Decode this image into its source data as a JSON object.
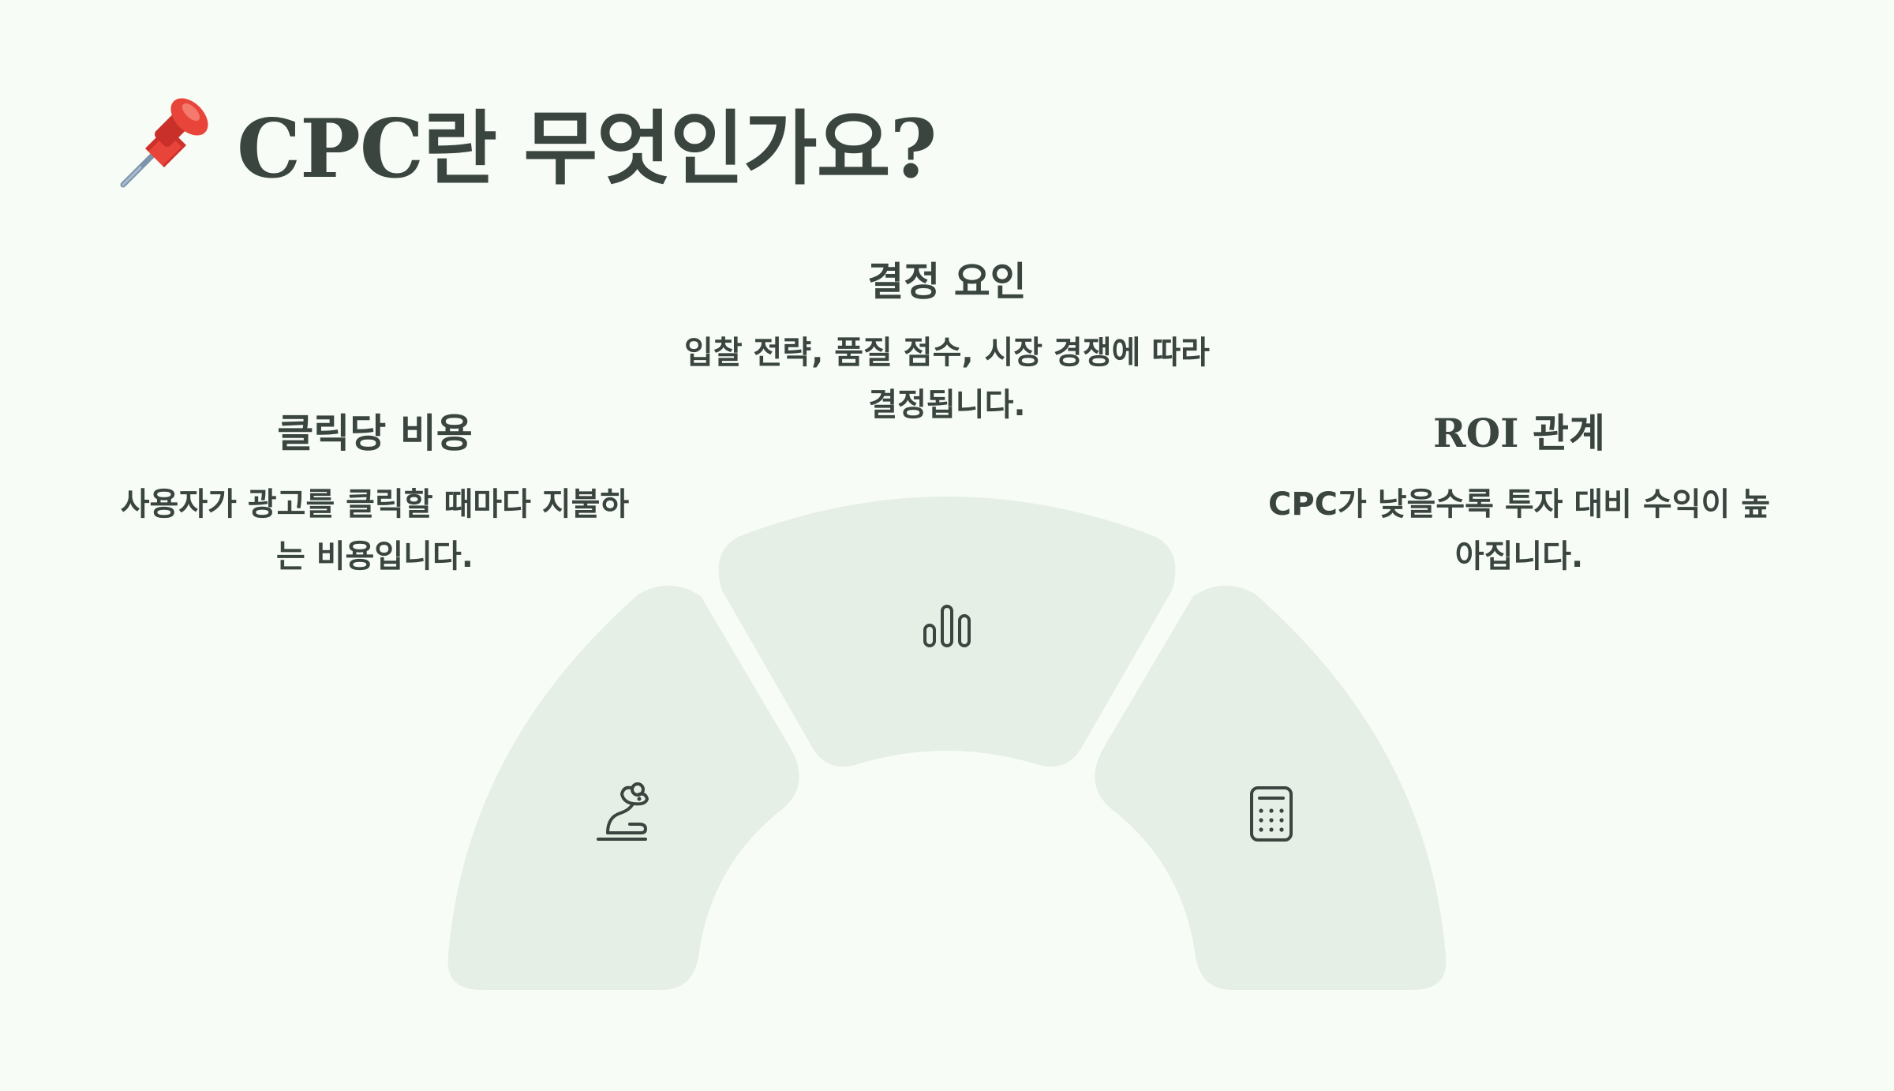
{
  "title": {
    "icon": "pushpin-icon",
    "text": "CPC란 무엇인가요?"
  },
  "colors": {
    "background": "#f8fcf7",
    "segment": "#e6efe5",
    "text": "#3a4540",
    "pin": "#e8443a"
  },
  "items": [
    {
      "title": "클릭당 비용",
      "description": "사용자가 광고를 클릭할 때마다 지불하는 비용입니다.",
      "icon": "mouse-icon"
    },
    {
      "title": "결정 요인",
      "description": "입찰 전략, 품질 점수, 시장 경쟁에 따라 결정됩니다.",
      "icon": "bar-chart-icon"
    },
    {
      "title": "ROI 관계",
      "description": "CPC가 낮을수록 투자 대비 수익이 높아집니다.",
      "icon": "calculator-icon"
    }
  ]
}
